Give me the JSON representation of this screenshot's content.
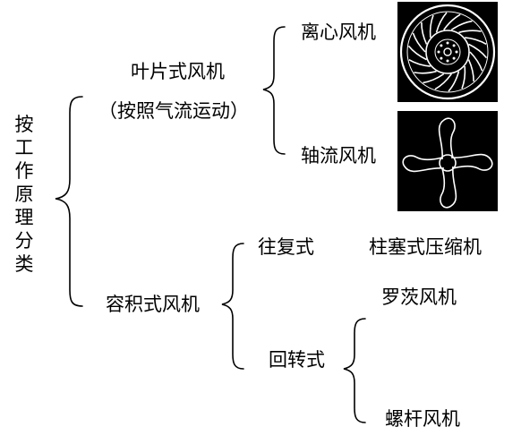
{
  "root": {
    "label": "按工作原理分类"
  },
  "vane": {
    "label": "叶片式风机",
    "note": "（按照气流运动）",
    "children": [
      {
        "label": "离心风机",
        "image": "centrifugal-impeller"
      },
      {
        "label": "轴流风机",
        "image": "axial-propeller"
      }
    ]
  },
  "positive": {
    "label": "容积式风机",
    "children": [
      {
        "label": "往复式",
        "children": [
          {
            "label": "柱塞式压缩机"
          }
        ]
      },
      {
        "label": "回转式",
        "children": [
          {
            "label": "罗茨风机"
          },
          {
            "label": "螺杆风机"
          }
        ]
      }
    ]
  }
}
